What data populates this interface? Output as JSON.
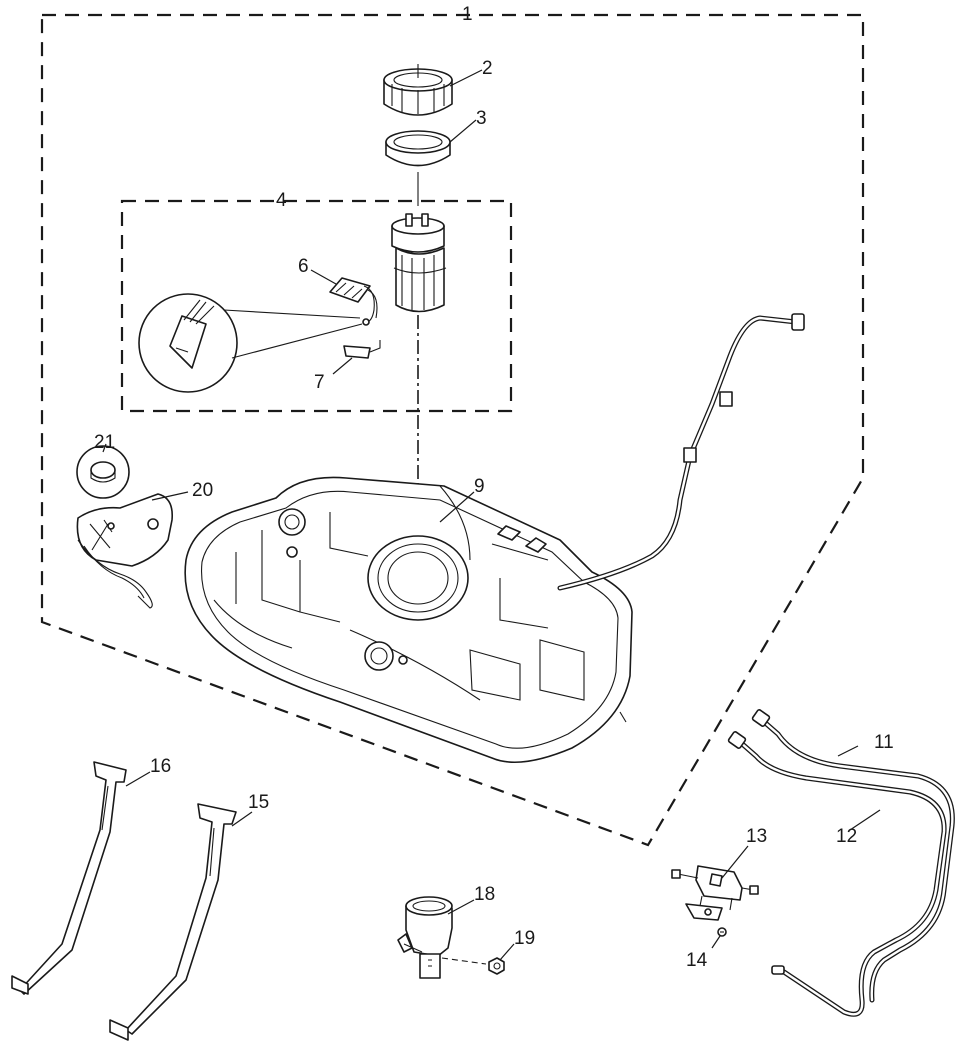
{
  "diagram": {
    "callouts": [
      {
        "id": "c1",
        "label": "1"
      },
      {
        "id": "c2",
        "label": "2"
      },
      {
        "id": "c3",
        "label": "3"
      },
      {
        "id": "c4",
        "label": "4"
      },
      {
        "id": "c6",
        "label": "6"
      },
      {
        "id": "c7",
        "label": "7"
      },
      {
        "id": "c9",
        "label": "9"
      },
      {
        "id": "c11",
        "label": "11"
      },
      {
        "id": "c12",
        "label": "12"
      },
      {
        "id": "c13",
        "label": "13"
      },
      {
        "id": "c14",
        "label": "14"
      },
      {
        "id": "c15",
        "label": "15"
      },
      {
        "id": "c16",
        "label": "16"
      },
      {
        "id": "c18",
        "label": "18"
      },
      {
        "id": "c19",
        "label": "19"
      },
      {
        "id": "c20",
        "label": "20"
      },
      {
        "id": "c21",
        "label": "21"
      }
    ]
  }
}
